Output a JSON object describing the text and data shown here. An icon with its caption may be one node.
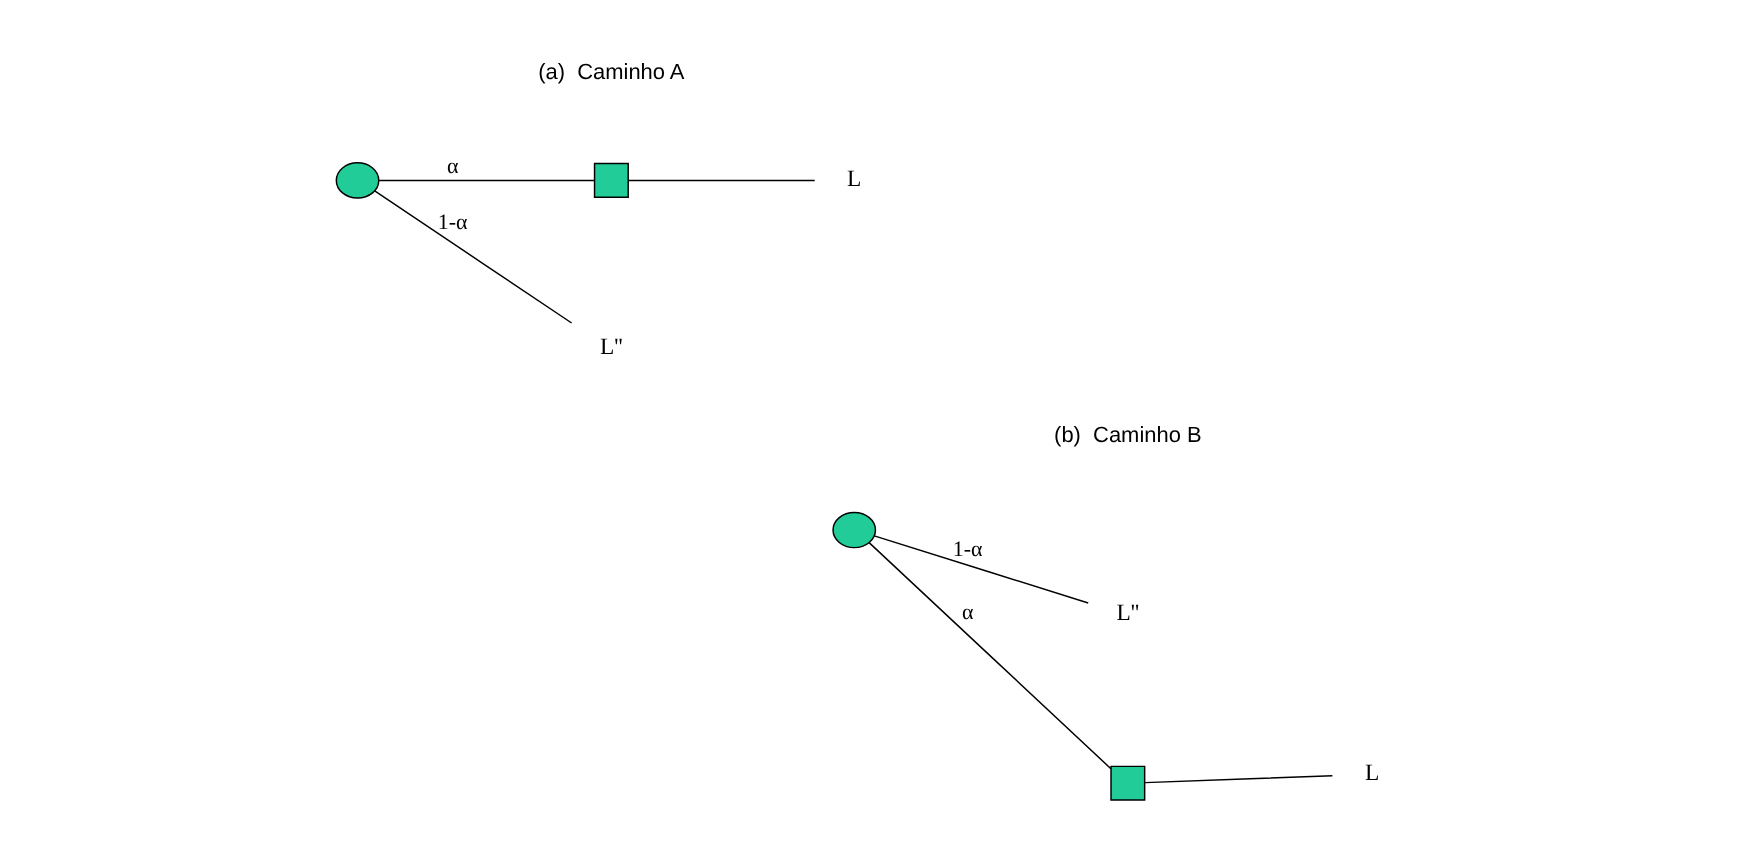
{
  "diagram": {
    "nodes": [
      {
        "text": [],
        "shape": "circle"
      },
      {
        "text": [],
        "shape": "box"
      },
      {
        "text": [
          "L"
        ]
      },
      {
        "text": [
          "L''"
        ]
      },
      {
        "text": [],
        "shape": "circle"
      },
      {
        "text": [],
        "shape": "box"
      },
      {
        "text": [
          "L"
        ]
      },
      {
        "text": [
          "L''"
        ]
      }
    ],
    "edges": [
      {
        "from": 0,
        "to": 1,
        "arrow": "none",
        "label": "α"
      },
      {
        "from": 1,
        "to": 2,
        "arrow": "none"
      },
      {
        "from": 0,
        "to": 3,
        "arrow": "none",
        "label": "1-α"
      },
      {
        "from": 4,
        "to": 5,
        "arrow": "none",
        "label": "α"
      },
      {
        "from": 5,
        "to": 6,
        "arrow": "none"
      },
      {
        "from": 4,
        "to": 7,
        "arrow": "none",
        "label": "1-α"
      }
    ],
    "labels": [
      "(a)  Caminho A",
      "(b)  Caminho B"
    ]
  }
}
